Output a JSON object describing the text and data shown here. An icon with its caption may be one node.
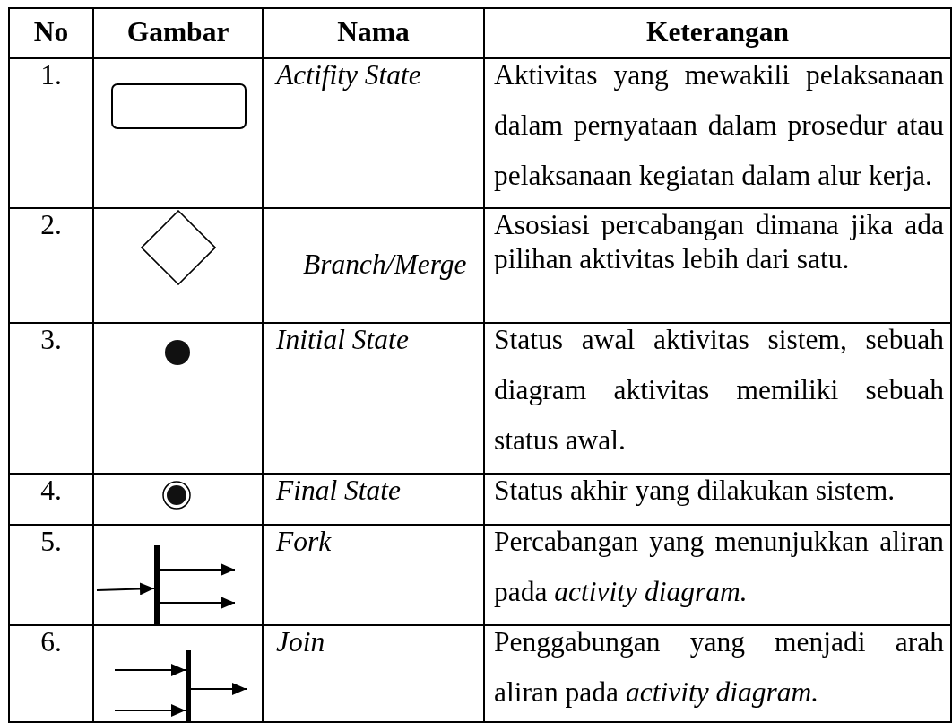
{
  "diagram": {
    "nodes": [
      {
        "text": [],
        "shape": "box"
      },
      {
        "text": [],
        "shape": "diamond"
      },
      {
        "text": [],
        "shape": "circle"
      },
      {
        "text": [],
        "shape": "bullseye"
      },
      {
        "text": [],
        "shape": "bar"
      },
      {
        "text": [],
        "shape": "bar"
      }
    ],
    "edges": [
      {
        "from": null,
        "to": 4,
        "arrow": "to"
      },
      {
        "from": 4,
        "to": null,
        "arrow": "to"
      },
      {
        "from": 4,
        "to": null,
        "arrow": "to"
      },
      {
        "from": null,
        "to": 5,
        "arrow": "to"
      },
      {
        "from": null,
        "to": 5,
        "arrow": "to"
      },
      {
        "from": 5,
        "to": null,
        "arrow": "to"
      }
    ],
    "labels": [
      "No",
      "Gambar",
      "Nama",
      "Keterangan",
      "1.",
      "Actifity State",
      "Aktivitas yang mewakili pelaksanaan dalam pernyataan dalam prosedur atau pelaksanaan kegiatan dalam alur kerja.",
      "2.",
      "Branch/Merge",
      "Asosiasi percabangan dimana jika ada pilihan aktivitas lebih dari satu.",
      "3.",
      "Initial State",
      "Status awal aktivitas sistem, sebuah diagram aktivitas memiliki sebuah status awal.",
      "4.",
      "Final State",
      "Status akhir yang dilakukan sistem.",
      "5.",
      "Fork",
      "Percabangan yang menunjukkan aliran pada *activity diagram.*",
      "6.",
      "Join",
      "Penggabungan yang menjadi arah aliran pada *activity diagram.*"
    ]
  }
}
